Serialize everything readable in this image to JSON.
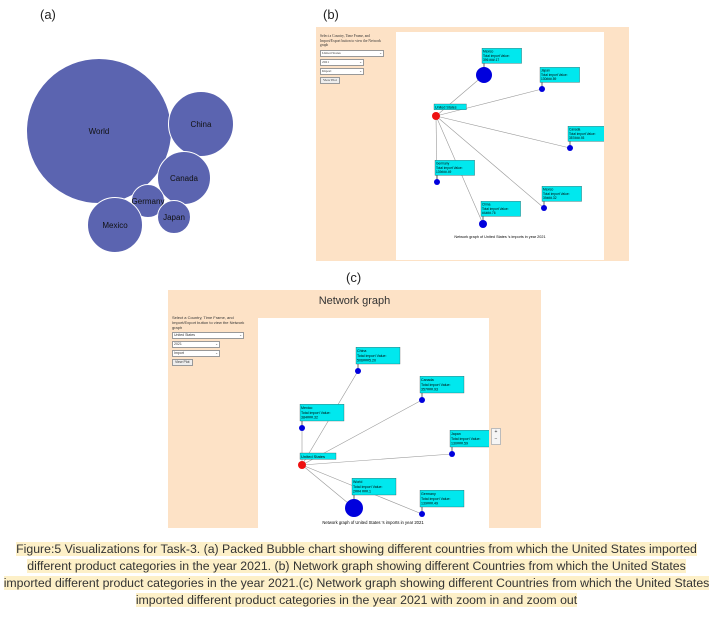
{
  "labels": {
    "a": "(a)",
    "b": "(b)",
    "c": "(c)"
  },
  "bubbles": [
    {
      "name": "World"
    },
    {
      "name": "China"
    },
    {
      "name": "Canada"
    },
    {
      "name": "Germany"
    },
    {
      "name": "Japan"
    },
    {
      "name": "Mexico"
    }
  ],
  "bubble_color": "#5b64b0",
  "controls": {
    "prompt_b": "Select a Country, Time Frame, and Import/Export button to view the Network graph",
    "prompt_c": "Select a Country, Time Frame, and Import/Export button to view the Network graph",
    "country": "United States",
    "year": "2021",
    "flow": "Import",
    "view_button": "View Plot"
  },
  "panel_c_title": "Network graph",
  "zoom": {
    "in": "+",
    "out": "−"
  },
  "network_b": {
    "caption": "Network graph of United States 's imports in year 2021",
    "center": "United States",
    "nodes": [
      {
        "name": "Mexico",
        "line1": "Total import Value:",
        "line2": "396 ###.17"
      },
      {
        "name": "Japan",
        "line1": "Total import Value:",
        "line2": "130###.59"
      },
      {
        "name": "Canada",
        "line1": "Total import Value:",
        "line2": "357###.93"
      },
      {
        "name": "Germany",
        "line1": "Total import Value:",
        "line2": "139###.49"
      },
      {
        "name": "China",
        "line1": "Total import Value:",
        "line2": "#4###.76"
      },
      {
        "name": "Mexico",
        "line1": "Total import Value:",
        "line2": "39###.32"
      }
    ]
  },
  "network_c": {
    "caption": "Network graph of United States 's imports in year 2021",
    "center": "United States",
    "nodes": [
      {
        "name": "China",
        "line1": "Total import Value:",
        "line2": "506###5.20"
      },
      {
        "name": "Canada",
        "line1": "Total import Value:",
        "line2": "357###.93"
      },
      {
        "name": "Mexico",
        "line1": "Total import Value:",
        "line2": "384###.32"
      },
      {
        "name": "Japan",
        "line1": "Total import Value:",
        "line2": "130###.59"
      },
      {
        "name": "Germany",
        "line1": "Total import Value:",
        "line2": "139###.49"
      },
      {
        "name": "World",
        "line1": "Total import Value:",
        "line2": "2##4 ###.1"
      }
    ]
  },
  "colors": {
    "hub": "#ee1111",
    "node": "#0000dd",
    "label_box": "#00e8ee",
    "panel_bg": "#fde2c6"
  },
  "caption": "Figure:5 Visualizations for Task-3. (a) Packed Bubble chart showing different countries from which the United States imported different product categories in the year 2021. (b)  Network graph showing different Countries from which the United States imported different product categories in the year 2021.(c)  Network graph showing different Countries from which the United States imported different product categories in the year 2021 with zoom in and zoom out"
}
